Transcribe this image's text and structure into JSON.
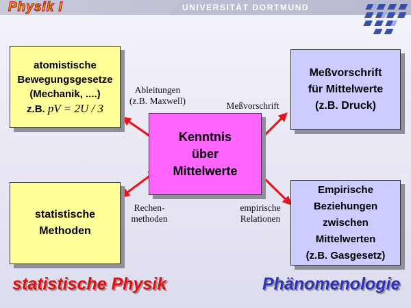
{
  "header": {
    "title": "Physik I",
    "university": "UNIVERSITÄT DORTMUND"
  },
  "boxes": {
    "atomistic": {
      "lines": [
        "atomistische",
        "Bewegungsgesetze",
        "(Mechanik, ....)"
      ],
      "formula_prefix": "z.B.",
      "formula": "pV = 2U / 3"
    },
    "measurement": {
      "lines": [
        "Meßvorschrift",
        "für Mittelwerte",
        "(z.B. Druck)"
      ]
    },
    "center": {
      "lines": [
        "Kenntnis",
        "über",
        "Mittelwerte"
      ]
    },
    "statistical": {
      "lines": [
        "statistische",
        "Methoden"
      ]
    },
    "empirical": {
      "lines": [
        "Empirische",
        "Beziehungen",
        "zwischen",
        "Mittelwerten",
        "(z.B. Gasgesetz)"
      ]
    }
  },
  "edge_labels": {
    "derivations": [
      "Ableitungen",
      "(z.B. Maxwell)"
    ],
    "measurement": [
      "Meßvorschrift"
    ],
    "computational": [
      "Rechen-",
      "methoden"
    ],
    "empirical": [
      "empirische",
      "Relationen"
    ]
  },
  "footer": {
    "left": "statistische Physik",
    "right": "Phänomenologie"
  },
  "colors": {
    "arrow": "#e8141e",
    "yellow_box": "#ffff99",
    "lavender_box": "#ccccff",
    "center_box": "#ff66ff",
    "footer_left": "#e01010",
    "footer_right": "#3030b8"
  }
}
